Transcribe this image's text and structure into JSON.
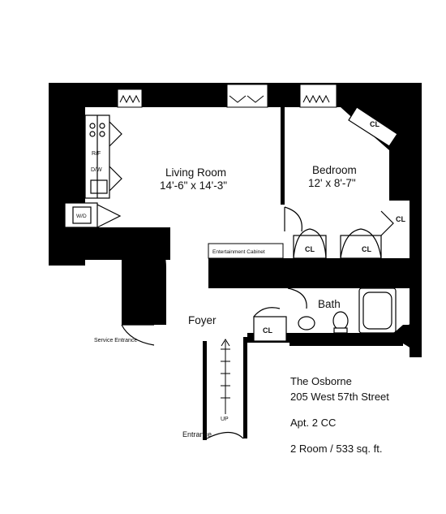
{
  "rooms": {
    "living_room": "Living Room",
    "living_room_dims": "14'-6\" x 14'-3\"",
    "bedroom": "Bedroom",
    "bedroom_dims": "12' x 8'-7\"",
    "foyer": "Foyer",
    "bath": "Bath"
  },
  "labels": {
    "entertainment_cabinet": "Entertainment Cabinet",
    "service_entrance": "Service Entrance",
    "entrance": "Entrance",
    "up": "UP",
    "closet": "CL",
    "washer_dryer": "W/D",
    "refrigerator": "R/F",
    "dishwasher": "D/W"
  },
  "building": {
    "name": "The Osborne",
    "address": "205 West 57th Street",
    "apartment": "Apt. 2 CC",
    "size": "2 Room / 533 sq. ft."
  }
}
